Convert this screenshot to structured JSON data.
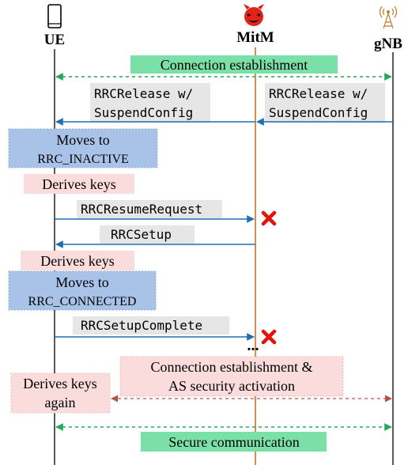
{
  "entities": {
    "ue": "UE",
    "mitm": "MitM",
    "gnb": "gNB"
  },
  "messages": {
    "conn_establishment": "Connection establishment",
    "rrc_release_line1": "RRCRelease w/",
    "rrc_release_line2": "SuspendConfig",
    "rrc_resume_request": "RRCResumeRequest",
    "rrc_setup": "RRCSetup",
    "rrc_setup_complete": "RRCSetupComplete",
    "ellipsis": "...",
    "conn_as_line1": "Connection establishment &",
    "conn_as_line2": "AS security activation",
    "secure_comm": "Secure communication"
  },
  "ue_states": {
    "moves_to": "Moves to",
    "rrc_inactive": "RRC_INACTIVE",
    "rrc_connected": "RRC_CONNECTED",
    "derives_keys": "Derives keys",
    "derives_keys_again_line1": "Derives keys",
    "derives_keys_again_line2": "again"
  },
  "colors": {
    "green_box": "#7be0a7",
    "blue_box": "#a9c3e8",
    "pink_box": "#fadcdc",
    "gray_box": "#e6e6e6",
    "arrow_blue": "#1f6fb4",
    "arrow_green": "#22aa55",
    "arrow_red": "#b8504a",
    "mitm_line": "#c76a1a",
    "drop_x": "#e3120b"
  }
}
